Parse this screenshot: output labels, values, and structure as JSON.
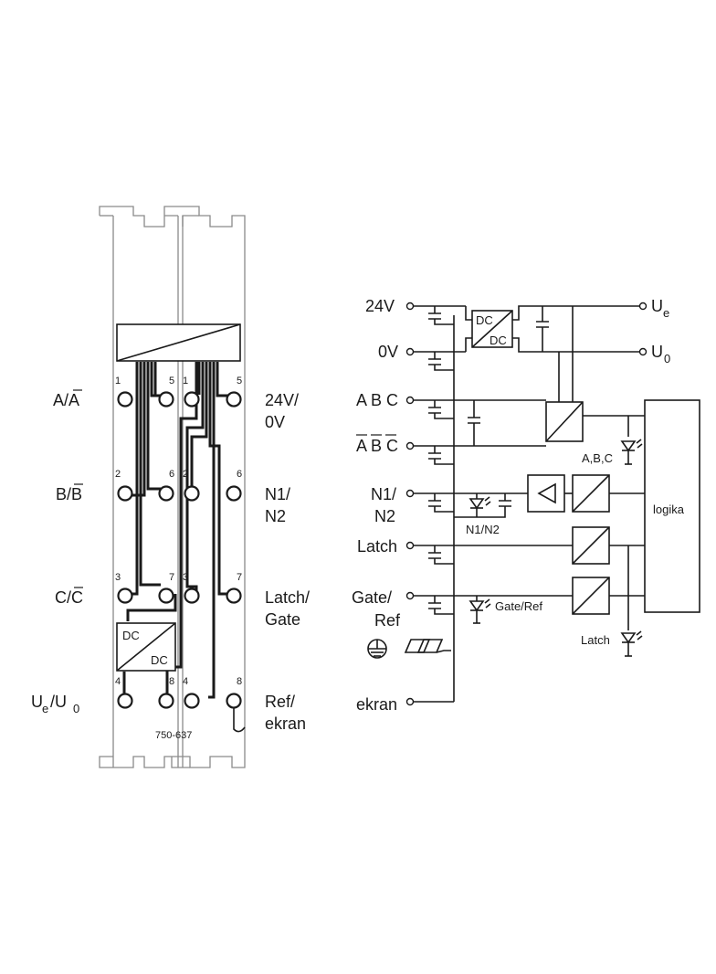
{
  "module": {
    "part_number": "750-637",
    "dcdc_top": "DC",
    "dcdc_bottom": "DC",
    "left_labels": {
      "ab": "A/A",
      "bb": "B/B",
      "cb": "C/C",
      "ue": "U",
      "ue_sub": "e",
      "u0": "/U",
      "u0_sub": "0"
    },
    "right_labels": {
      "r1a": "24V/",
      "r1b": "0V",
      "r2a": "N1/",
      "r2b": "N2",
      "r3a": "Latch/",
      "r3b": "Gate",
      "r4a": "Ref/",
      "r4b": "ekran"
    },
    "pins": {
      "c1": [
        "1",
        "2",
        "3",
        "4"
      ],
      "c2": [
        "5",
        "6",
        "7",
        "8"
      ],
      "c3": [
        "1",
        "2",
        "3",
        "4"
      ],
      "c4": [
        "5",
        "6",
        "7",
        "8"
      ]
    }
  },
  "schematic": {
    "inputs": {
      "v24": "24V",
      "v0": "0V",
      "abc": "A B C",
      "abc_bar": "A B C",
      "n1": "N1/",
      "n2": "N2",
      "latch": "Latch",
      "gate": "Gate/",
      "ref": "Ref",
      "ekran": "ekran"
    },
    "outputs": {
      "ue": "U",
      "ue_sub": "e",
      "u0": "U",
      "u0_sub": "0"
    },
    "dcdc_top": "DC",
    "dcdc_bottom": "DC",
    "logic": "logika",
    "leds": {
      "abc": "A,B,C",
      "n1n2": "N1/N2",
      "gateref": "Gate/Ref",
      "latch": "Latch"
    }
  }
}
